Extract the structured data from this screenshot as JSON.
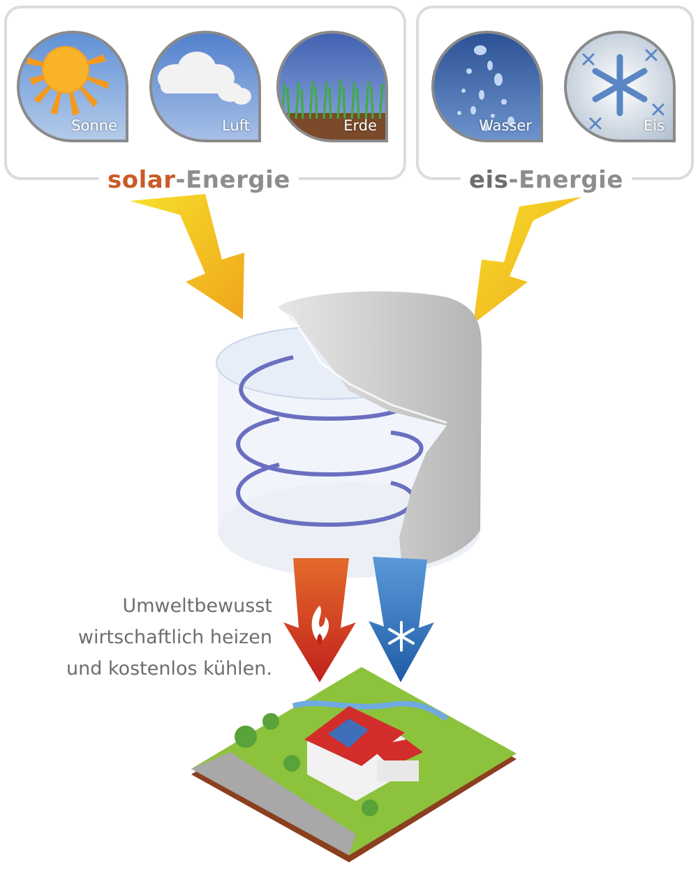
{
  "groups": {
    "solar": {
      "title_brand": "solar",
      "title_suffix": "-Energie",
      "tiles": [
        {
          "label": "Sonne",
          "icon": "sun-icon"
        },
        {
          "label": "Luft",
          "icon": "cloud-icon"
        },
        {
          "label": "Erde",
          "icon": "grass-icon"
        }
      ]
    },
    "eis": {
      "title_brand": "eis",
      "title_suffix": "-Energie",
      "tiles": [
        {
          "label": "Wasser",
          "icon": "water-drops-icon"
        },
        {
          "label": "Eis",
          "icon": "snowflake-icon"
        }
      ]
    }
  },
  "slogan": {
    "line1": "Umweltbewusst",
    "line2": "wirtschaftlich heizen",
    "line3": "und kostenlos kühlen."
  },
  "colors": {
    "solar_brand": "#c95b26",
    "heat_arrow": "#c8321e",
    "cool_arrow": "#2a6fb8",
    "input_arrow": "#f2c01e"
  },
  "arrows": {
    "heat_icon": "flame-icon",
    "cool_icon": "snowflake-icon"
  }
}
